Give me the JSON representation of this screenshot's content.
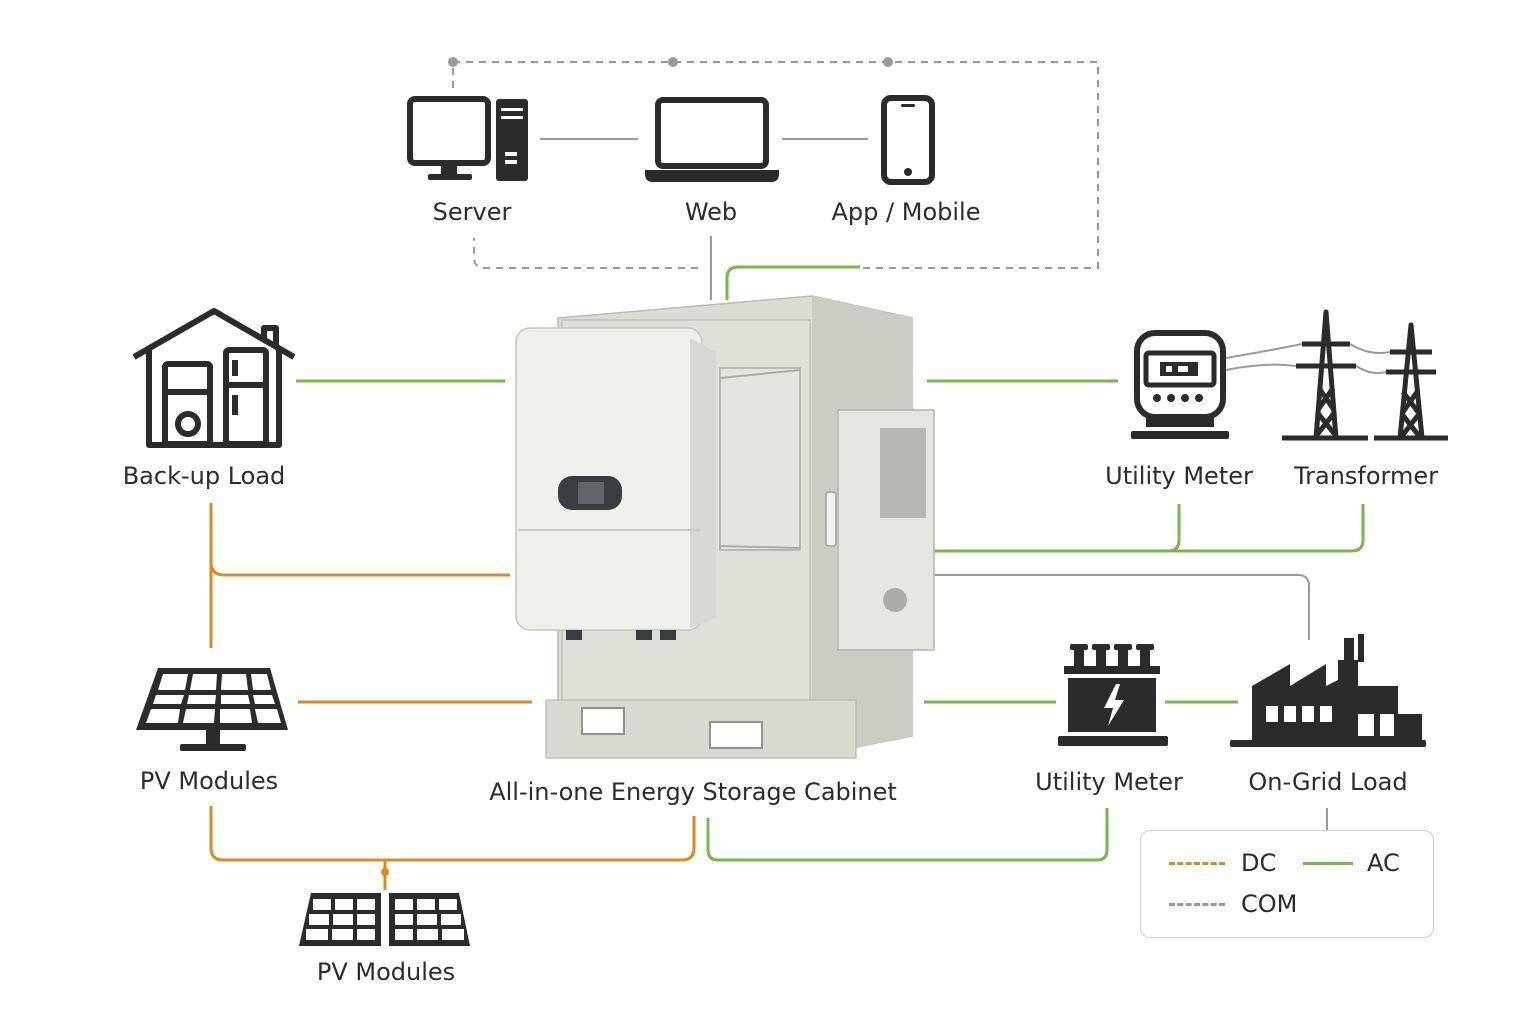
{
  "colors": {
    "dc": "#d98b1f",
    "ac": "#7ab648",
    "com": "#9a9a9a",
    "icon": "#2b2b2b"
  },
  "labels": {
    "server": "Server",
    "web": "Web",
    "app": "App / Mobile",
    "backup": "Back-up Load",
    "pv1": "PV Modules",
    "pv2": "PV Modules",
    "cabinet": "All-in-one Energy Storage Cabinet",
    "meter_top": "Utility Meter",
    "transformer": "Transformer",
    "meter_bottom": "Utility Meter",
    "ongrid": "On-Grid Load"
  },
  "legend": {
    "dc": "DC",
    "ac": "AC",
    "com": "COM"
  }
}
